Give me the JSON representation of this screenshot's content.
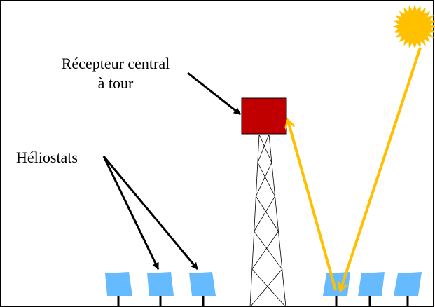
{
  "labels": {
    "receiver_line1": "Récepteur central",
    "receiver_line2": "à tour",
    "heliostats": "Héliostats"
  },
  "icons": {
    "sun": "sun-icon",
    "receiver": "central-receiver",
    "tower": "lattice-tower",
    "heliostat": "heliostat-mirror"
  },
  "colors": {
    "sun": "#FFC000",
    "ray": "#FFC000",
    "receiver": "#C00000",
    "heliostat": "#66BBFF",
    "tower": "#000000",
    "pointer_arrow": "#000000",
    "border": "#000000",
    "background": "#FFFFFF"
  }
}
